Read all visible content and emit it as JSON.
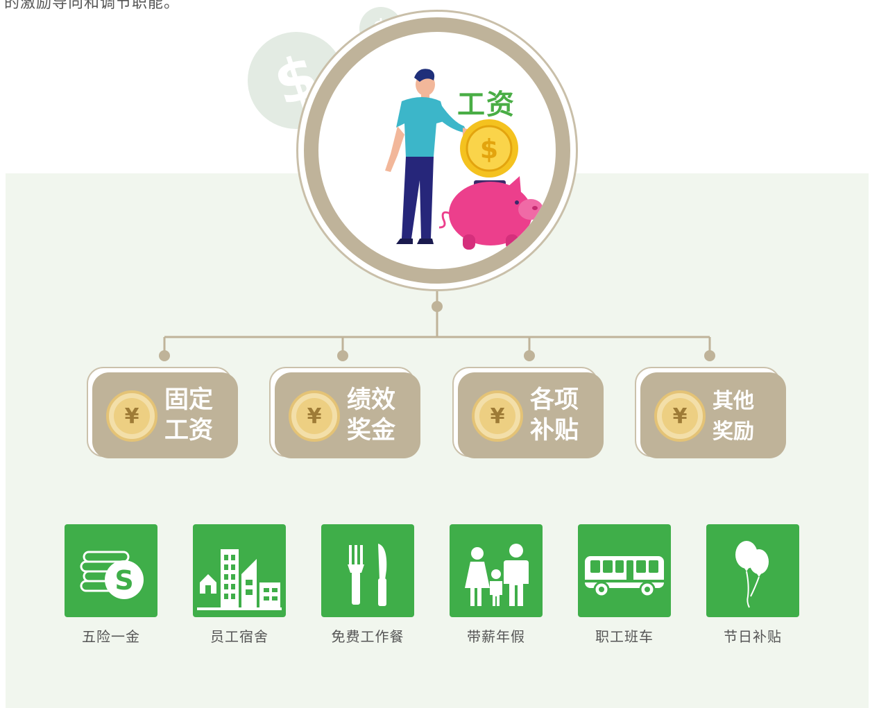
{
  "intro_text": "的激励导向和调节职能。",
  "hub": {
    "label": "工资",
    "icon": "salary-illustration-icon"
  },
  "categories": [
    {
      "title": "固定工资",
      "icon": "yuan-coin-icon"
    },
    {
      "title": "绩效奖金",
      "icon": "yuan-coin-icon"
    },
    {
      "title": "各项补贴",
      "icon": "yuan-coin-icon"
    },
    {
      "title": "其他奖励",
      "icon": "yuan-coin-icon"
    }
  ],
  "benefits": [
    {
      "label": "五险一金",
      "icon": "coin-stack-icon"
    },
    {
      "label": "员工宿舍",
      "icon": "buildings-icon"
    },
    {
      "label": "免费工作餐",
      "icon": "fork-knife-icon"
    },
    {
      "label": "带薪年假",
      "icon": "family-icon"
    },
    {
      "label": "职工班车",
      "icon": "bus-icon"
    },
    {
      "label": "节日补贴",
      "icon": "balloons-icon"
    }
  ],
  "colors": {
    "accent_green": "#3fae49",
    "category_tan": "#bfb399",
    "panel_bg": "#f1f6ee",
    "coin_gold": "#edcf82",
    "piggy_pink": "#ec3f8c"
  }
}
